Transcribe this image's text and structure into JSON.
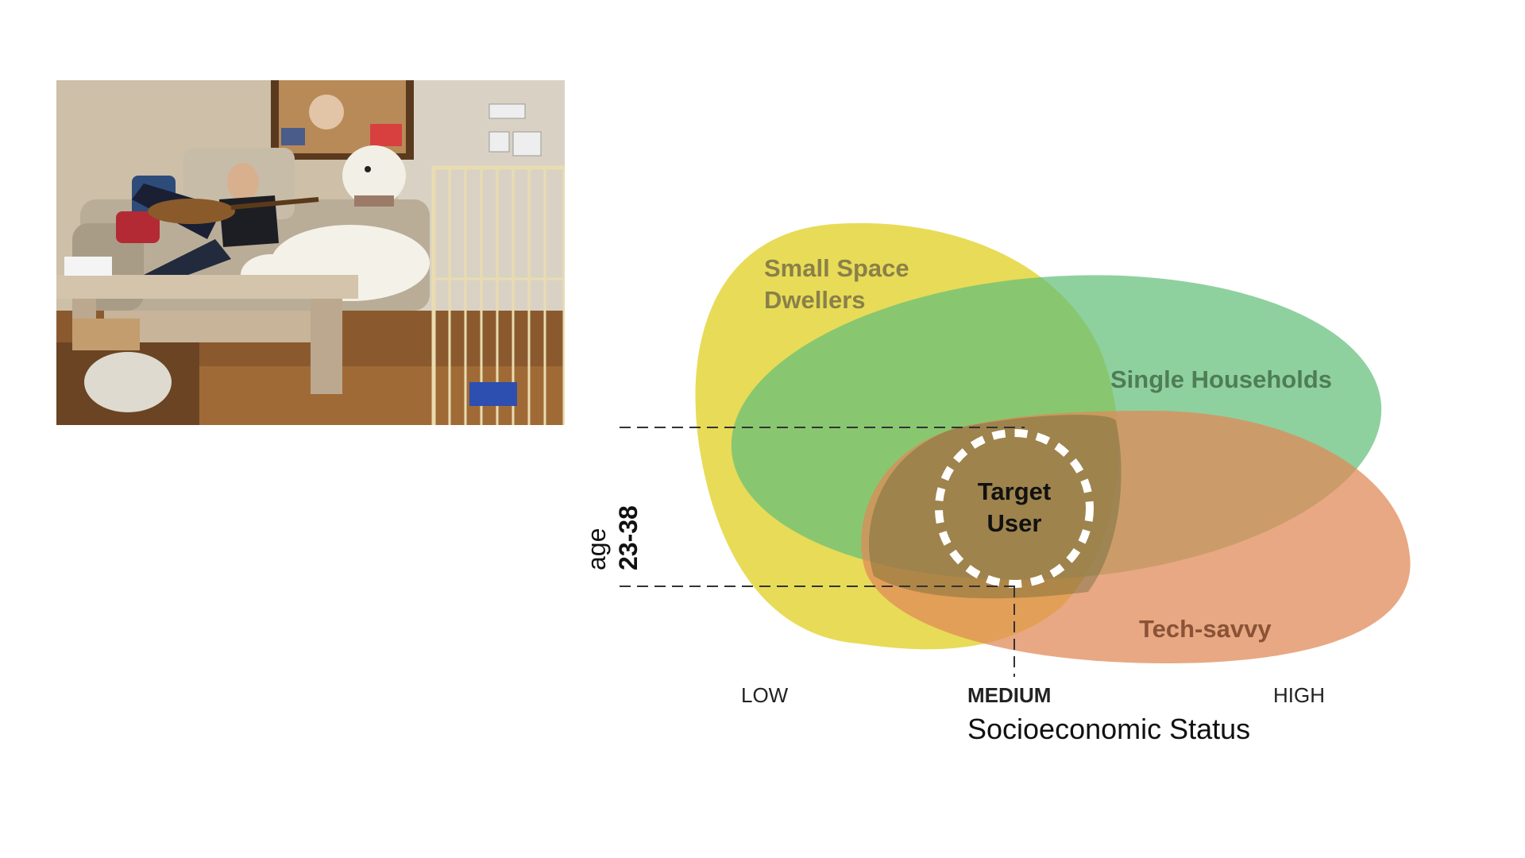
{
  "photo": {
    "icon": "living-room-photo"
  },
  "diagram": {
    "sets": {
      "small_space": {
        "line1": "Small Space",
        "line2": "Dwellers",
        "color": "#e6d84a"
      },
      "single_households": {
        "label": "Single Households",
        "color": "#76c68c"
      },
      "tech_savvy": {
        "label": "Tech-savvy",
        "color": "#e49a6e"
      }
    },
    "target": {
      "line1": "Target",
      "line2": "User"
    },
    "y_axis": {
      "range": "23-38",
      "label": "age"
    },
    "x_axis": {
      "ticks": [
        "LOW",
        "MEDIUM",
        "HIGH"
      ],
      "highlighted_tick": "MEDIUM",
      "label": "Socioeconomic Status"
    }
  }
}
